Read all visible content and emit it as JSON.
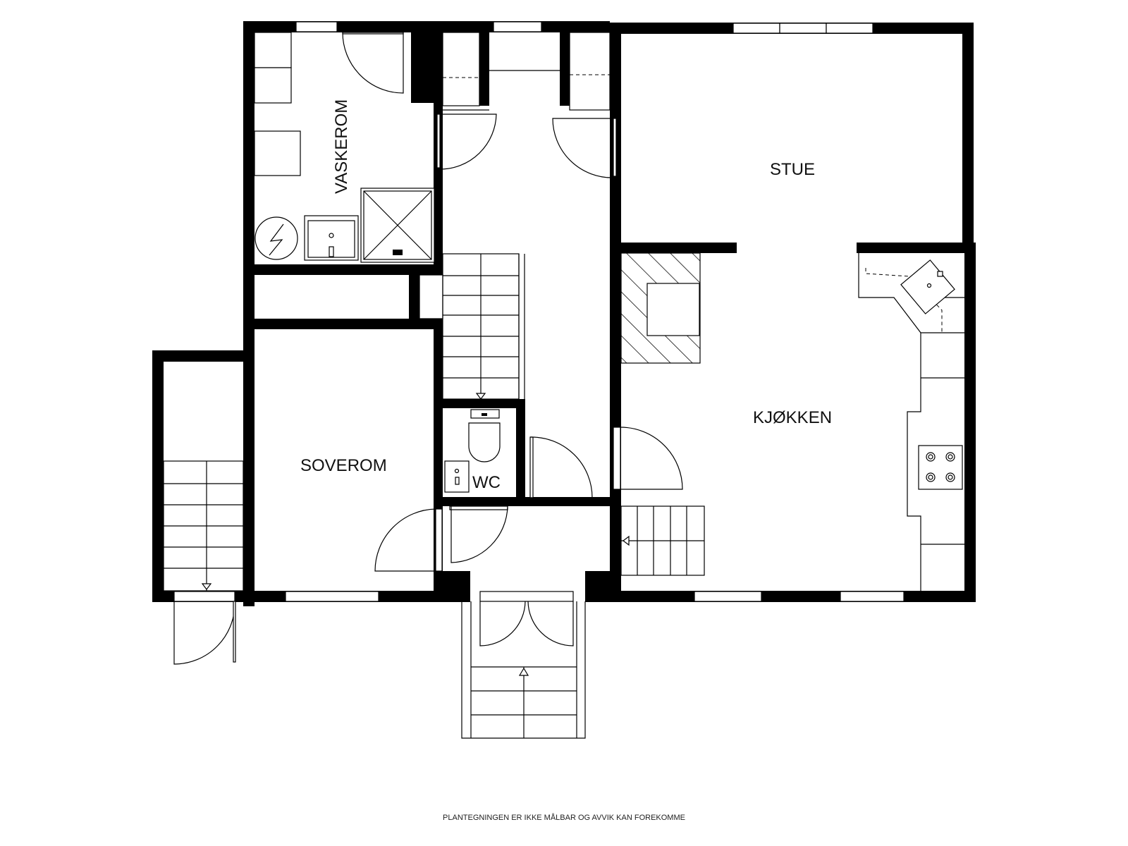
{
  "rooms": {
    "vaskerom": "VASKEROM",
    "stue": "STUE",
    "kjokken": "KJØKKEN",
    "soverom": "SOVEROM",
    "wc": "WC"
  },
  "disclaimer": "PLANTEGNINGEN ER IKKE MÅLBAR OG AVVIK KAN FOREKOMME",
  "colors": {
    "wall": "#000000",
    "background": "#ffffff"
  }
}
